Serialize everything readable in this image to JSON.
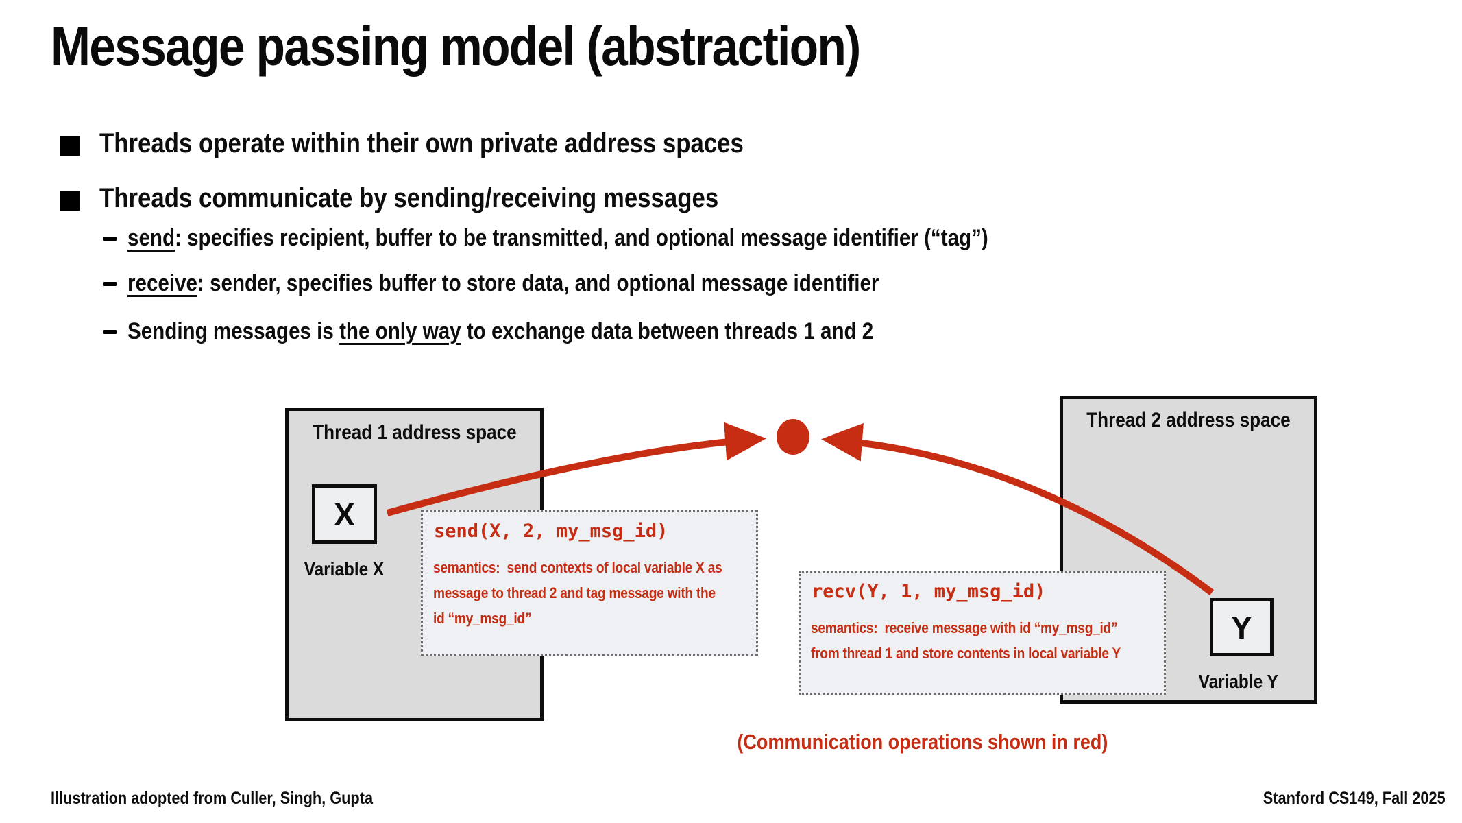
{
  "slide": {
    "title": "Message passing model (abstraction)",
    "red_note": "(Communication operations shown in red)",
    "footer_left": "Illustration adopted from Culler, Singh, Gupta",
    "footer_right": "Stanford CS149, Fall 2025"
  },
  "bullets": {
    "b1": "Threads operate within their own private address spaces",
    "b2": "Threads communicate by sending/receiving messages",
    "sub1_term": "send",
    "sub1_rest": ": specifies recipient, buffer to be transmitted, and optional message identifier (“tag”)",
    "sub2_term": "receive",
    "sub2_rest": ": sender, specifies buffer to store data, and optional message identifier",
    "sub3_pre": "Sending messages is ",
    "sub3_underline": "the only way",
    "sub3_post": " to exchange data between threads 1 and 2"
  },
  "diagram": {
    "thread1_label": "Thread 1 address space",
    "thread2_label": "Thread 2 address space",
    "var_x": "X",
    "var_x_label": "Variable X",
    "var_y": "Y",
    "var_y_label": "Variable Y",
    "send_code": "send(X, 2, my_msg_id)",
    "send_sem_1": "semantics:  send contexts of local variable X as",
    "send_sem_2": "message to thread 2 and tag message with the",
    "send_sem_3": "id “my_msg_id”",
    "recv_code": "recv(Y, 1, my_msg_id)",
    "recv_sem_1": "semantics:  receive message with id “my_msg_id”",
    "recv_sem_2": "from thread 1 and store contents in local variable Y"
  },
  "colors": {
    "red": "#c62d12",
    "box_fill": "#dbdbdb",
    "box_border": "#0d0d0d",
    "inner_fill": "#edeff0",
    "code_box_fill": "#eef0f3",
    "dotted_border": "#6e6e6e"
  }
}
